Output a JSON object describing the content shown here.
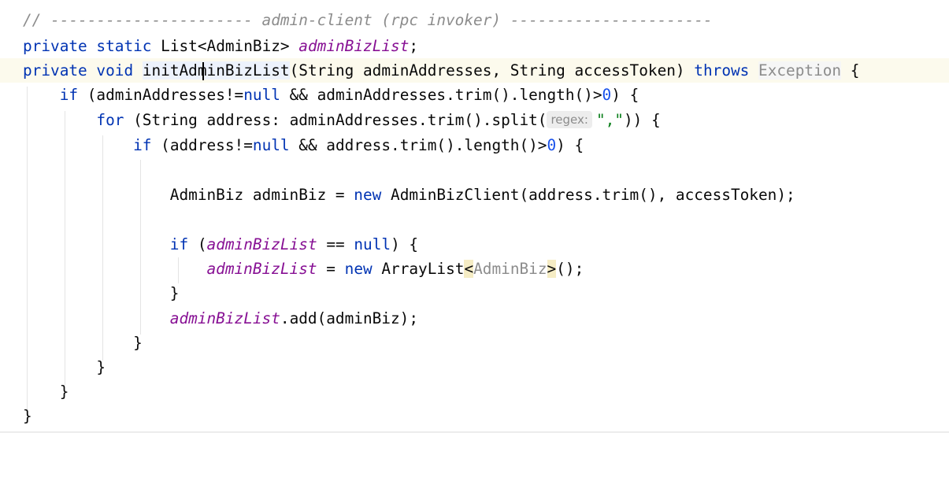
{
  "editor": {
    "language": "java",
    "colors": {
      "keyword": "#0033b3",
      "comment": "#8c8c8c",
      "field": "#871094",
      "number": "#1750eb",
      "string": "#067d17",
      "current_line": "#fcfaed"
    },
    "lines": {
      "l1": {
        "comment": "// ---------------------- admin-client (rpc invoker) ----------------------"
      },
      "l2": {
        "kw_private": "private",
        "kw_static": "static",
        "type_decl": "List<AdminBiz>",
        "field": "adminBizList",
        "semicolon": ";"
      },
      "l3": {
        "kw_private": "private",
        "kw_void": "void",
        "method": "initAdminBizList",
        "params": "(String adminAddresses, String accessToken)",
        "kw_throws": "throws",
        "exception": "Exception",
        "open_brace": "{"
      },
      "l4": {
        "kw_if": "if",
        "cond_a": "(adminAddresses!=",
        "kw_null": "null",
        "cond_b": "&& adminAddresses.trim().length()>",
        "num": "0",
        "cond_c": ") {"
      },
      "l5": {
        "kw_for": "for",
        "head": "(String address: adminAddresses.trim().split(",
        "hint": "regex:",
        "str": "\",\"",
        "tail": ")) {"
      },
      "l6": {
        "kw_if": "if",
        "cond_a": "(address!=",
        "kw_null": "null",
        "cond_b": "&& address.trim().length()>",
        "num": "0",
        "cond_c": ") {"
      },
      "l7": {
        "decl": "AdminBiz adminBiz =",
        "kw_new": "new",
        "call": "AdminBizClient(address.trim(), accessToken);"
      },
      "l8": {
        "kw_if": "if",
        "open_paren": "(",
        "field": "adminBizList",
        "op": "==",
        "kw_null": "null",
        "close": ") {"
      },
      "l9": {
        "field": "adminBizList",
        "op": "=",
        "kw_new": "new",
        "cls": "ArrayList",
        "lt": "<",
        "type_arg": "AdminBiz",
        "gt": ">",
        "tail": "();"
      },
      "l10": {
        "brace": "}"
      },
      "l11": {
        "field": "adminBizList",
        "call": ".add(adminBiz);"
      },
      "l12": {
        "brace": "}"
      },
      "l13": {
        "brace": "}"
      },
      "l14": {
        "brace": "}"
      },
      "l15": {
        "brace": "}"
      }
    }
  }
}
